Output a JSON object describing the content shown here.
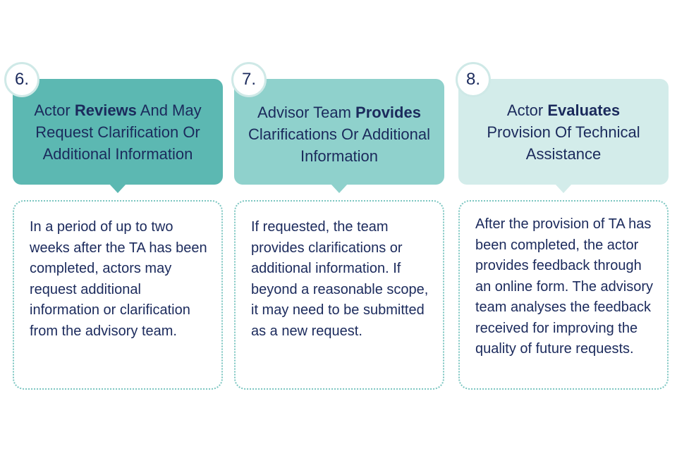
{
  "steps": [
    {
      "number": "6.",
      "title_pre": "Actor ",
      "title_bold": "Reviews",
      "title_post": " And May Request Clarification Or Additional Information",
      "body": "In a period of up to two weeks after the TA has been completed, actors may request additional information or clarification from the advisory team.",
      "color": "#5cb8b2"
    },
    {
      "number": "7.",
      "title_pre": "Advisor Team ",
      "title_bold": "Provides",
      "title_post": " Clarifications Or Additional Information",
      "body": "If requested, the team provides clarifications or additional information. If beyond a reasonable scope, it may need to be submitted as a new request.",
      "color": "#8fd1cc"
    },
    {
      "number": "8.",
      "title_pre": "Actor ",
      "title_bold": "Evaluates",
      "title_post": " Provision Of Technical Assistance",
      "body": "After the provision of TA has been completed, the actor provides feedback through an online form. The advisory team analyses the feedback received for improving the quality of future requests.",
      "color": "#d3ecea"
    }
  ]
}
